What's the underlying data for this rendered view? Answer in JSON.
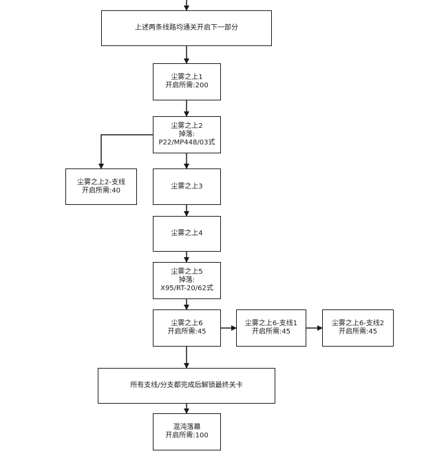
{
  "colors": {
    "stroke": "#1a1a1a",
    "background": "#ffffff"
  },
  "nodes": {
    "intro": {
      "line1": "上述两条线路均通关开启下一部分"
    },
    "chenwu1": {
      "line1": "尘雾之上1",
      "line2": "开启所需:200"
    },
    "chenwu2": {
      "line1": "尘雾之上2",
      "line2": "掉落:",
      "line3": "P22/MP448/03式"
    },
    "chenwu2_branch": {
      "line1": "尘雾之上2-支线",
      "line2": "开启所需:40"
    },
    "chenwu3": {
      "line1": "尘雾之上3"
    },
    "chenwu4": {
      "line1": "尘雾之上4"
    },
    "chenwu5": {
      "line1": "尘雾之上5",
      "line2": "掉落:",
      "line3": "X95/RT-20/62式"
    },
    "chenwu6": {
      "line1": "尘雾之上6",
      "line2": "开启所需:45"
    },
    "chenwu6_branch1": {
      "line1": "尘雾之上6-支线1",
      "line2": "开启所需:45"
    },
    "chenwu6_branch2": {
      "line1": "尘雾之上6-支线2",
      "line2": "开启所需:45"
    },
    "final_unlock": {
      "line1": "所有支线/分支都完成后解锁最终关卡"
    },
    "chaos_curtain": {
      "line1": "混沌落幕",
      "line2": "开启所需:100"
    }
  }
}
